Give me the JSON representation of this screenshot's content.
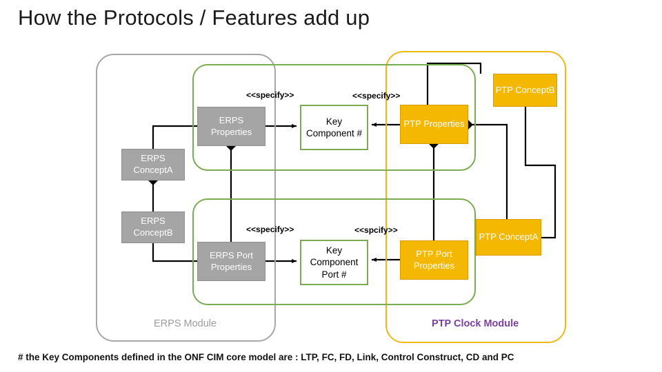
{
  "slide": {
    "title": "How the Protocols / Features add up",
    "footnote": "# the Key Components defined in the ONF CIM core model are : LTP, FC, FD, Link, Control Construct, CD and PC"
  },
  "modules": {
    "erps": {
      "label": "ERPS Module",
      "color": "#a6a6a6",
      "label_color": "#9b9b9b"
    },
    "ptp": {
      "label": "PTP Clock Module",
      "color": "#ecb913",
      "label_color": "#7b3f9d"
    }
  },
  "groups": {
    "top": {
      "name": "erps-group-top",
      "color": "#7aab50"
    },
    "bottom": {
      "name": "erps-group-bottom",
      "color": "#7aab50"
    }
  },
  "boxes": {
    "erps_properties": {
      "label": "ERPS Properties",
      "fill": "#a5a5a5",
      "text": "#ffffff"
    },
    "erps_port_properties": {
      "label": "ERPS Port Properties",
      "fill": "#a5a5a5",
      "text": "#ffffff"
    },
    "erps_concept_a": {
      "label": "ERPS ConceptA",
      "fill": "#a5a5a5",
      "text": "#ffffff"
    },
    "erps_concept_b": {
      "label": "ERPS ConceptB",
      "fill": "#a5a5a5",
      "text": "#ffffff"
    },
    "key_component": {
      "label": "Key Component #",
      "fill": "#ffffff",
      "text": "#000000",
      "border": "#7aab50"
    },
    "key_component_port": {
      "label": "Key Component Port #",
      "fill": "#ffffff",
      "text": "#000000",
      "border": "#7aab50"
    },
    "ptp_properties": {
      "label": "PTP Properties",
      "fill": "#f5b800",
      "text": "#ffffff"
    },
    "ptp_port_properties": {
      "label": "PTP Port Properties",
      "fill": "#f5b800",
      "text": "#ffffff"
    },
    "ptp_concept_a": {
      "label": "PTP ConceptA",
      "fill": "#f5b800",
      "text": "#ffffff"
    },
    "ptp_concept_b": {
      "label": "PTP ConceptB",
      "fill": "#f5b800",
      "text": "#ffffff"
    }
  },
  "stereotypes": {
    "top_left": "<<specify>>",
    "top_right": "<<specify>>",
    "bottom_left": "<<specify>>",
    "bottom_right": "<<spcify>>"
  }
}
